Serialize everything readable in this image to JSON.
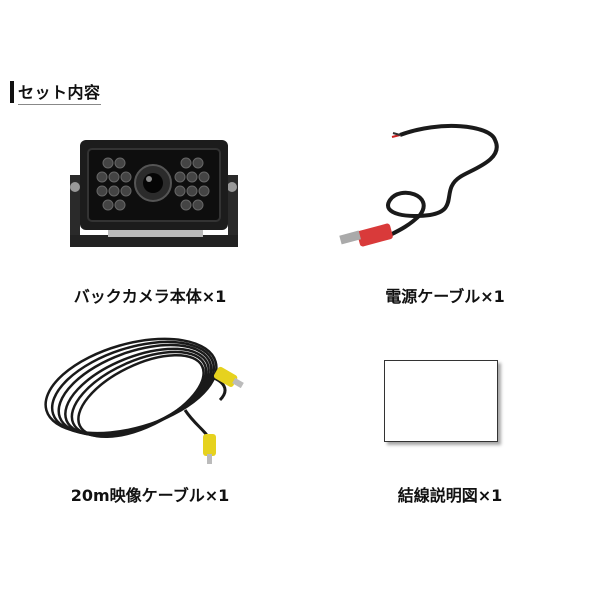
{
  "header": {
    "title": "セット内容"
  },
  "items": [
    {
      "caption": "バックカメラ本体×1",
      "icon": "rear-camera"
    },
    {
      "caption": "電源ケーブル×1",
      "icon": "power-cable"
    },
    {
      "caption": "20m映像ケーブル×1",
      "icon": "video-cable"
    },
    {
      "caption": "結線説明図×1",
      "icon": "wiring-diagram-sheet"
    }
  ],
  "colors": {
    "cable": "#1a1a1a",
    "rca_yellow": "#e6d21e",
    "dc_plug_red": "#d93a3a",
    "camera_body": "#1c1c1c"
  }
}
